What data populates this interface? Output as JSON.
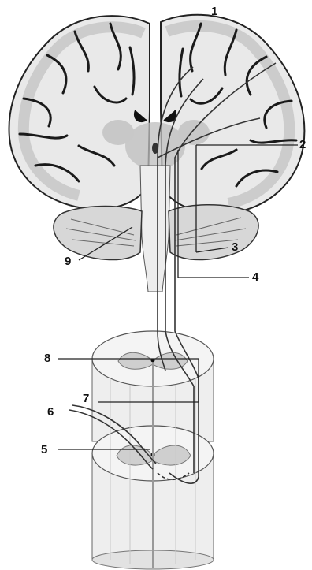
{
  "labels": [
    "1",
    "2",
    "3",
    "4",
    "5",
    "6",
    "7",
    "8",
    "9"
  ],
  "colors": {
    "brain_white_matter": "#e9e9e9",
    "brain_gray_matter": "#c9c9c9",
    "sulcus": "#1a1a1a",
    "spinal_column": "#eeeeee",
    "spinal_shading": "#d9d9d9",
    "pathway": "#333333",
    "leader_line": "#222222"
  }
}
